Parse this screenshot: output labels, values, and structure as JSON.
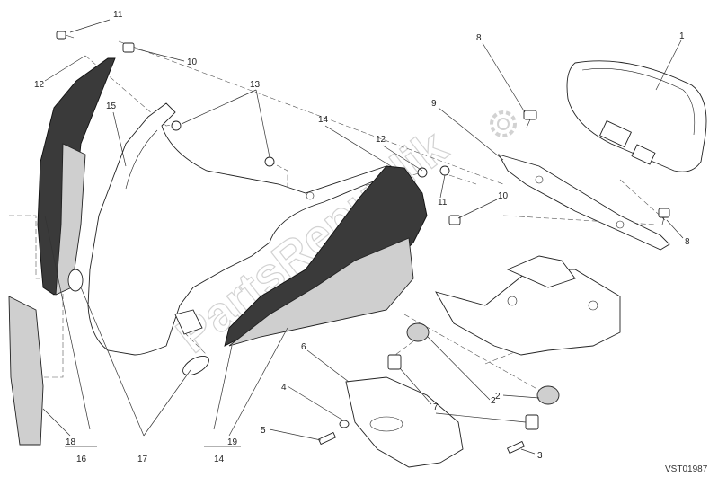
{
  "diagram": {
    "callouts": [
      "11",
      "12",
      "10",
      "13",
      "15",
      "14",
      "12",
      "11",
      "9",
      "8",
      "1",
      "10",
      "8",
      "6",
      "2",
      "7",
      "4",
      "5",
      "2",
      "3",
      "18",
      "16",
      "17",
      "14",
      "19"
    ],
    "drawing_code": "VST01987",
    "watermark": "PartsRepublik"
  }
}
